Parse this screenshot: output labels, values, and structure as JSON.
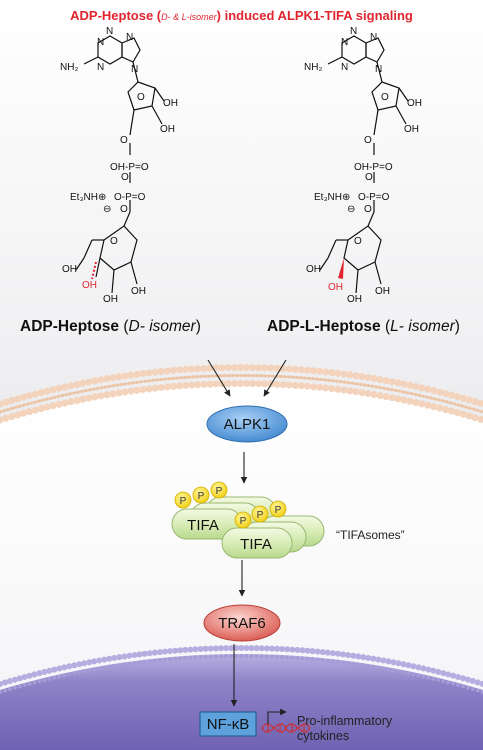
{
  "title": {
    "main_a": "ADP-Heptose (",
    "sub": "D- & L-isomer",
    "main_b": ") induced ALPK1-TIFA signaling"
  },
  "compounds": {
    "left": {
      "name": "ADP-Heptose",
      "isomer_pre": "(",
      "isomer": "D- isomer",
      "isomer_post": ")"
    },
    "right": {
      "name": "ADP-L-Heptose",
      "isomer_pre": "(",
      "isomer": "L- isomer",
      "isomer_post": ")"
    }
  },
  "chem_labels": {
    "nh2": "NH₂",
    "n": "N",
    "o": "O",
    "oh": "OH",
    "op": "OH-P=O",
    "o_p": "O-P=O",
    "et3nh": "Et₃NH⊕",
    "minus": "⊖"
  },
  "nodes": {
    "alpk1": "ALPK1",
    "tifa": "TIFA",
    "phospho": "P",
    "traf6": "TRAF6",
    "nfkb": "NF-κB"
  },
  "labels": {
    "tifasomes": "“TIFAsomes”",
    "cytokines_1": "Pro-inflammatory",
    "cytokines_2": "cytokines"
  },
  "colors": {
    "title": "#e0252f",
    "alpk1_fill": "#4a8fd4",
    "tifa_fill": "#d8ecb4",
    "phospho_fill": "#f7e21e",
    "traf6_fill": "#e0706a",
    "nfkb_fill": "#5da2dd",
    "membrane": "#f2cdb0",
    "nucleus": "#8a7cc8",
    "stereo_red": "#e0252f"
  }
}
